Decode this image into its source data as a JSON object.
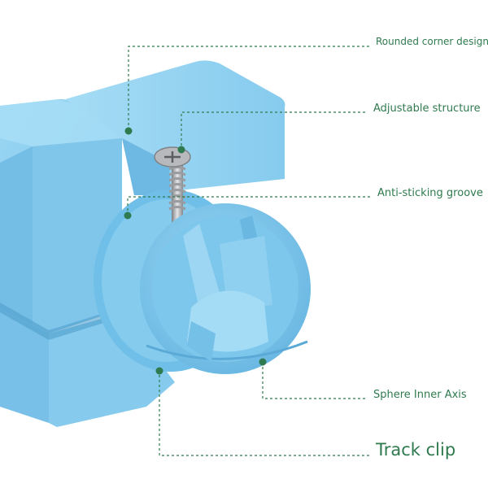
{
  "colors": {
    "accent": "#2f7a4e",
    "cube_face": "#8ccdee",
    "cube_side": "#6fbde6",
    "cube_shadow": "#5aa9d6",
    "screw": "#a9abae"
  },
  "callouts": [
    {
      "id": "rounded",
      "text": "Rounded corner design"
    },
    {
      "id": "adjust",
      "text": "Adjustable structure"
    },
    {
      "id": "anti",
      "text": "Anti-sticking groove"
    },
    {
      "id": "sphere",
      "text": "Sphere Inner Axis"
    },
    {
      "id": "track",
      "text": "Track clip"
    }
  ]
}
